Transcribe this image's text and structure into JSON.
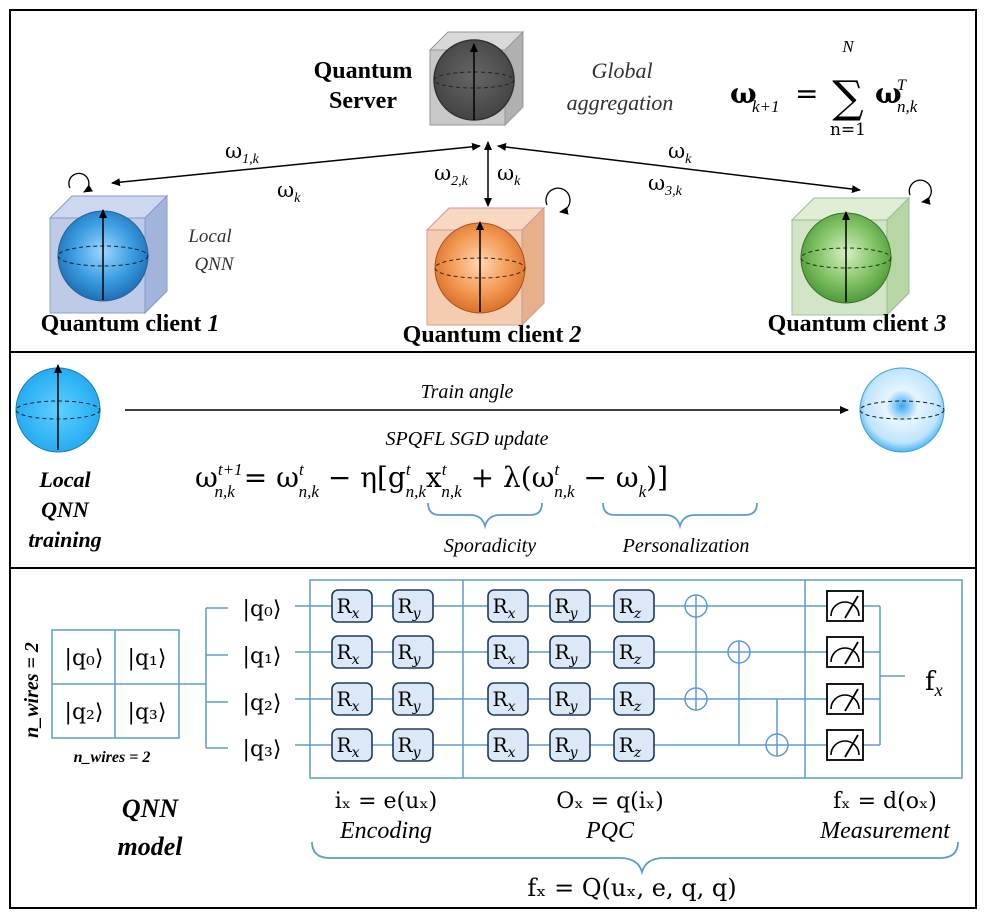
{
  "top": {
    "server_label_1": "Quantum",
    "server_label_2": "Server",
    "global_1": "Global",
    "global_2": "aggregation",
    "formula_lhs": "ω",
    "formula_lhs_sub": "k+1",
    "formula_eq": " = ",
    "sum_top": "N",
    "sum_bottom": "n=1",
    "formula_rhs": "ω",
    "formula_rhs_sup": "T",
    "formula_rhs_sub": "n,k",
    "arrow1_a": "ω",
    "arrow1_a_sub": "1,k",
    "arrow1_b": "ω",
    "arrow1_b_sub": "k",
    "arrow2_a": "ω",
    "arrow2_a_sub": "2,k",
    "arrow2_b": "ω",
    "arrow2_b_sub": "k",
    "arrow3_a": "ω",
    "arrow3_a_sub": "k",
    "arrow3_b": "ω",
    "arrow3_b_sub": "3,k",
    "local_1": "Local",
    "local_2": "QNN",
    "client1_label": "Quantum client ",
    "client1_num": "1",
    "client2_label": "Quantum client ",
    "client2_num": "2",
    "client3_label": "Quantum client ",
    "client3_num": "3"
  },
  "middle": {
    "train_angle": "Train angle",
    "sgd_update": "SPQFL SGD update",
    "left_label_1": "Local",
    "left_label_2": "QNN",
    "left_label_3": "training",
    "eq_lhs": "ω",
    "eq_lhs_sup": "t+1",
    "eq_lhs_sub": "n,k",
    "eq_mid": " = ω",
    "eq_mid_sup": "t",
    "eq_mid_sub": "n,k",
    "eq_minus": " − η[g",
    "eq_g_sup": "t",
    "eq_g_sub": "n,k",
    "eq_x": "x",
    "eq_x_sup": "t",
    "eq_x_sub": "n,k",
    "eq_plus": " + λ(ω",
    "eq_w_sup": "t",
    "eq_w_sub": "n,k",
    "eq_minus2": " − ω",
    "eq_wk_sub": "k",
    "eq_close": ")]",
    "sporadicity": "Sporadicity",
    "personalization": "Personalization"
  },
  "bottom": {
    "n_wires_vertical": "n_wires = 2",
    "n_wires_horizontal": "n_wires = 2",
    "grid": [
      "|q₀⟩",
      "|q₁⟩",
      "|q₂⟩",
      "|q₃⟩"
    ],
    "qubits": [
      "|q₀⟩",
      "|q₁⟩",
      "|q₂⟩",
      "|q₃⟩"
    ],
    "enc_gates": [
      "R",
      "R"
    ],
    "enc_subs": [
      "x",
      "y"
    ],
    "pqc_gates": [
      "R",
      "R",
      "R"
    ],
    "pqc_subs": [
      "x",
      "y",
      "z"
    ],
    "output": "f",
    "output_sub": "x",
    "enc_formula": "iₓ = e(uₓ)",
    "pqc_formula": "Oₓ = q(iₓ)",
    "meas_formula": "fₓ = d(oₓ)",
    "encoding": "Encoding",
    "pqc": "PQC",
    "measurement": "Measurement",
    "qnn_1": "QNN",
    "qnn_2": "model",
    "total_formula": "fₓ = Q(uₓ, e, q, q)"
  }
}
